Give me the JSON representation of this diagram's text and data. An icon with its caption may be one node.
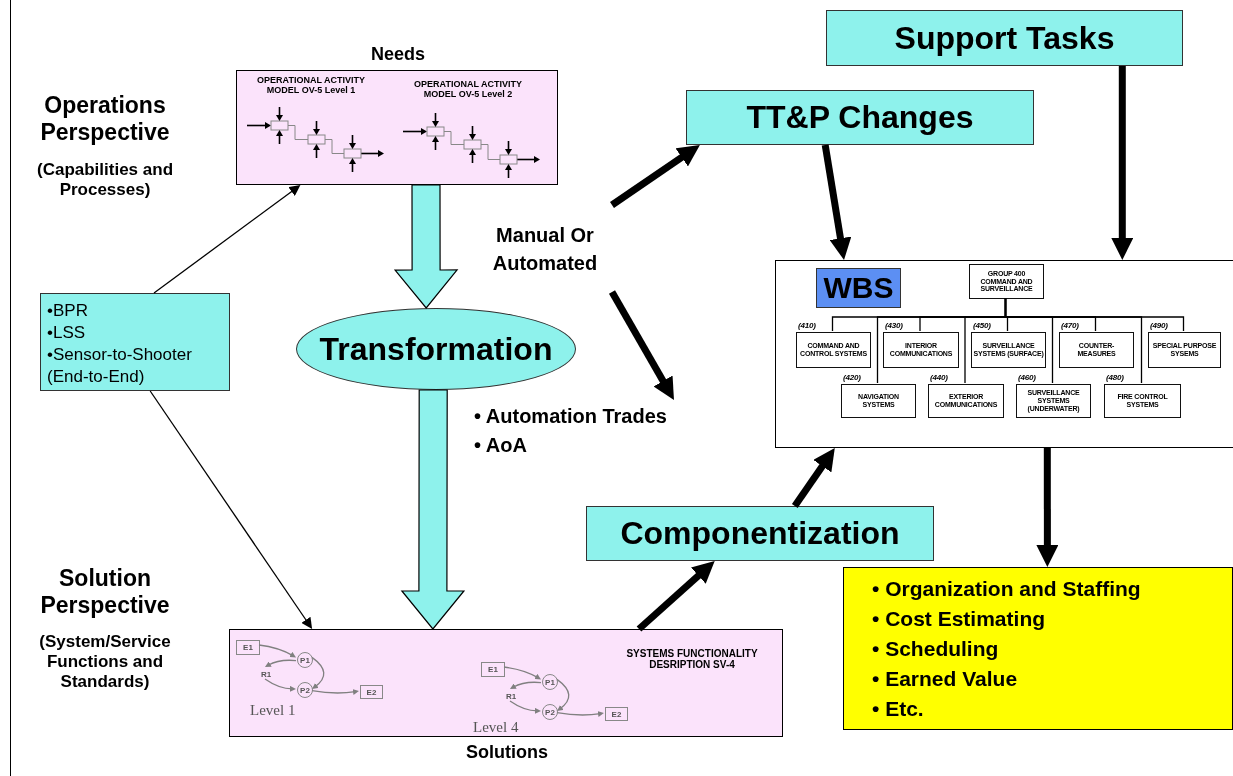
{
  "diagram": {
    "nodes": [
      {
        "text": [
          "Needs",
          "OPERATIONAL ACTIVITY MODEL OV-5 Level 1",
          "OPERATIONAL ACTIVITY MODEL OV-5 Level 2"
        ]
      },
      {
        "text": [
          "Support Tasks"
        ]
      },
      {
        "text": [
          "TT&P Changes"
        ]
      },
      {
        "text": [
          "•BPR",
          "•LSS",
          "•Sensor-to-Shooter (End-to-End)"
        ]
      },
      {
        "text": [
          "Manual Or Automated"
        ]
      },
      {
        "text": [
          "Transformation"
        ]
      },
      {
        "text": [],
        "shape": "box"
      },
      {
        "text": [
          "WBS"
        ],
        "in": 6
      },
      {
        "text": [
          "GROUP 400 COMMAND AND SURVEILLANCE"
        ],
        "in": 6
      },
      {
        "text": [
          "COMMAND AND CONTROL SYSTEMS"
        ],
        "beside": [
          "(410)"
        ],
        "in": 6
      },
      {
        "text": [
          "NAVIGATION SYSTEMS"
        ],
        "beside": [
          "(420)"
        ],
        "in": 6
      },
      {
        "text": [
          "INTERIOR COMMUNICATIONS"
        ],
        "beside": [
          "(430)"
        ],
        "in": 6
      },
      {
        "text": [
          "EXTERIOR COMMUNICATIONS"
        ],
        "beside": [
          "(440)"
        ],
        "in": 6
      },
      {
        "text": [
          "SURVEILLANCE SYSTEMS (SURFACE)"
        ],
        "beside": [
          "(450)"
        ],
        "in": 6
      },
      {
        "text": [
          "SURVEILLANCE SYSTEMS (UNDERWATER)"
        ],
        "beside": [
          "(460)"
        ],
        "in": 6
      },
      {
        "text": [
          "COUNTER- MEASURES"
        ],
        "beside": [
          "(470)"
        ],
        "in": 6
      },
      {
        "text": [
          "FIRE CONTROL SYSTEMS"
        ],
        "beside": [
          "(480)"
        ],
        "in": 6
      },
      {
        "text": [
          "SPECIAL PURPOSE SYSEMS"
        ],
        "beside": [
          "(490)"
        ],
        "in": 6
      },
      {
        "text": [
          "• Automation Trades",
          "• AoA"
        ]
      },
      {
        "text": [
          "Componentization"
        ]
      },
      {
        "text": [
          "• Organization and Staffing",
          "• Cost Estimating",
          "• Scheduling",
          "• Earned Value",
          "• Etc."
        ]
      },
      {
        "text": [
          "SYSTEMS FUNCTIONALITY DESRIPTION SV-4",
          "Level 1",
          "Level 4",
          "Solutions"
        ]
      },
      {
        "text": [
          "E1"
        ],
        "in": 21
      },
      {
        "text": [
          "P1"
        ],
        "in": 21
      },
      {
        "text": [
          "R1"
        ],
        "in": 21
      },
      {
        "text": [
          "P2"
        ],
        "in": 21
      },
      {
        "text": [
          "E2"
        ],
        "in": 21
      },
      {
        "text": [
          "E1"
        ],
        "in": 21
      },
      {
        "text": [
          "P1"
        ],
        "in": 21
      },
      {
        "text": [
          "R1"
        ],
        "in": 21
      },
      {
        "text": [
          "P2"
        ],
        "in": 21
      },
      {
        "text": [
          "E2"
        ],
        "in": 21
      }
    ],
    "edges": [
      {
        "from": 3,
        "to": 0,
        "arrow": "to"
      },
      {
        "from": 3,
        "to": 21,
        "arrow": "to"
      },
      {
        "from": 0,
        "to": 5,
        "arrow": "to",
        "style": "thick",
        "color": "#8ef2ec"
      },
      {
        "from": 5,
        "to": 21,
        "arrow": "to",
        "style": "thick",
        "color": "#8ef2ec"
      },
      {
        "from": 4,
        "to": 2,
        "arrow": "to",
        "style": "thick"
      },
      {
        "from": 4,
        "to": 18,
        "arrow": "to",
        "style": "thick"
      },
      {
        "from": 2,
        "to": 6,
        "arrow": "to",
        "style": "thick"
      },
      {
        "from": 1,
        "to": 6,
        "arrow": "to",
        "style": "thick"
      },
      {
        "from": 21,
        "to": 19,
        "arrow": "to",
        "style": "thick"
      },
      {
        "from": 19,
        "to": 6,
        "arrow": "to",
        "style": "thick"
      },
      {
        "from": 6,
        "to": 20,
        "arrow": "to",
        "style": "thick"
      },
      {
        "from": 8,
        "to": 9,
        "arrow": "none"
      },
      {
        "from": 8,
        "to": 10,
        "arrow": "none"
      },
      {
        "from": 8,
        "to": 11,
        "arrow": "none"
      },
      {
        "from": 8,
        "to": 12,
        "arrow": "none"
      },
      {
        "from": 8,
        "to": 13,
        "arrow": "none"
      },
      {
        "from": 8,
        "to": 14,
        "arrow": "none"
      },
      {
        "from": 8,
        "to": 15,
        "arrow": "none"
      },
      {
        "from": 8,
        "to": 16,
        "arrow": "none"
      },
      {
        "from": 8,
        "to": 17,
        "arrow": "none"
      },
      {
        "from": 22,
        "to": 23,
        "arrow": "to",
        "color": "#808080"
      },
      {
        "from": 23,
        "to": 24,
        "arrow": "to",
        "color": "#808080"
      },
      {
        "from": 24,
        "to": 25,
        "arrow": "to",
        "color": "#808080"
      },
      {
        "from": 23,
        "to": 25,
        "arrow": "to",
        "color": "#808080"
      },
      {
        "from": 25,
        "to": 26,
        "arrow": "to",
        "color": "#808080"
      },
      {
        "from": 27,
        "to": 28,
        "arrow": "to",
        "color": "#808080"
      },
      {
        "from": 28,
        "to": 29,
        "arrow": "to",
        "color": "#808080"
      },
      {
        "from": 29,
        "to": 30,
        "arrow": "to",
        "color": "#808080"
      },
      {
        "from": 28,
        "to": 30,
        "arrow": "to",
        "color": "#808080"
      },
      {
        "from": 30,
        "to": 31,
        "arrow": "to",
        "color": "#808080"
      }
    ],
    "labels": [
      "Operations Perspective",
      "(Capabilities and Processes)",
      "Solution Perspective",
      "(System/Service Functions and Standards)"
    ]
  }
}
